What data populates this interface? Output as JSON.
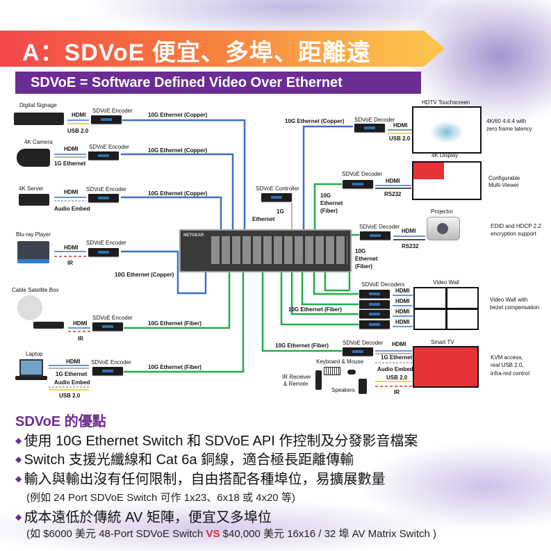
{
  "header": {
    "title": "A：SDVoE 便宜、多埠、距離遠",
    "subtitle": "SDVoE = Software Defined Video Over Ethernet"
  },
  "colors": {
    "copper": "#3b6fc4",
    "fiber": "#1fae4b",
    "usb": "#f3c21b",
    "ir": "#e02a2a",
    "gray": "#9a9a9a",
    "accent": "#6b2c93"
  },
  "sources": [
    {
      "name": "Digital Signage",
      "encoder": "SDVoE Encoder",
      "link": "10G Ethernet (Copper)",
      "conn": [
        "HDMI",
        "USB 2.0"
      ]
    },
    {
      "name": "4K Camera",
      "encoder": "SDVoE Encoder",
      "link": "10G Ethernet (Copper)",
      "conn": [
        "HDMI",
        "1G Ethernet"
      ]
    },
    {
      "name": "4K Server",
      "encoder": "SDVoE Encoder",
      "link": "10G Ethernet (Copper)",
      "conn": [
        "HDMI",
        "Audio Embed"
      ]
    },
    {
      "name": "Blu-ray Player",
      "encoder": "SDVoE Encoder",
      "link": "10G Ethernet (Copper)",
      "conn": [
        "HDMI",
        "IR"
      ]
    },
    {
      "name": "Cable Satellite Box",
      "encoder": "SDVoE Encoder",
      "link": "10G Ethernet (Fiber)",
      "conn": [
        "HDMI",
        "IR"
      ]
    },
    {
      "name": "Laptop",
      "encoder": "SDVoE Encoder",
      "link": "10G Ethernet (Fiber)",
      "conn": [
        "HDMI",
        "1G Ethernet",
        "Audio Embed",
        "USB 2.0"
      ]
    }
  ],
  "controller": {
    "name": "SDVoE Controller",
    "link1": "1G",
    "link2": "Ethernet"
  },
  "switch": {
    "brand": "NETGEAR"
  },
  "sinks": [
    {
      "name": "HDTV Touchscreen",
      "decoder": "SDVoE Decoder",
      "link": "10G Ethernet (Copper)",
      "conn": [
        "HDMI",
        "USB 2.0"
      ],
      "note": [
        "4K/60 4:4:4 with",
        "zero frame latency"
      ]
    },
    {
      "name": "4K Display",
      "decoder": "SDVoE Decoder",
      "link": [
        "10G",
        "Ethernet",
        "(Fiber)"
      ],
      "conn": [
        "HDMI",
        "RS232"
      ],
      "note": [
        "Configurable",
        "Multi-Viewer"
      ]
    },
    {
      "name": "Projector",
      "decoder": "SDVoE Decoder",
      "link": [
        "10G",
        "Ethernet",
        "(Fiber)"
      ],
      "conn": [
        "HDMI",
        "RS232"
      ],
      "note": [
        "EDID and HDCP 2.2",
        "encryption support"
      ]
    },
    {
      "name": "Video Wall",
      "decoder": "SDVoE Decoders",
      "link": "10G Ethernet (Fiber)",
      "conn": [
        "HDMI",
        "HDMI",
        "HDMI",
        "HDMI"
      ],
      "note": [
        "Video Wall with",
        "bezel compensation"
      ]
    },
    {
      "name": "Smart TV",
      "decoder": "SDVoE Decoder",
      "link": "10G Ethernet (Fiber)",
      "conn": [
        "HDMI",
        "1G Ethernet",
        "Audio Embed",
        "USB 2.0",
        "IR"
      ],
      "note": [
        "KVM access,",
        "real USB 2.0,",
        "infra-red control"
      ],
      "peripherals": [
        "Keyboard & Mouse",
        "IR Receiver",
        "& Remote",
        "Speakers"
      ]
    }
  ],
  "advantages": {
    "heading": "SDVoE 的優點",
    "items": [
      "使用 10G Ethernet Switch 和 SDVoE API 作控制及分發影音檔案",
      "Switch 支援光纖線和 Cat 6a 銅線，適合極長距離傳輸",
      "輸入與輸出沒有任何限制，自由搭配各種埠位，易擴展數量",
      "成本遠低於傳統 AV 矩陣，便宜又多埠位"
    ],
    "example1": "(例如 24 Port SDVoE Switch 可作 1x23、6x18 或 4x20 等)",
    "example2_a": "(如 $6000 美元 48-Port SDVoE Switch ",
    "example2_vs": "VS",
    "example2_b": " $40,000 美元 16x16 / 32 埠 AV Matrix Switch )"
  }
}
